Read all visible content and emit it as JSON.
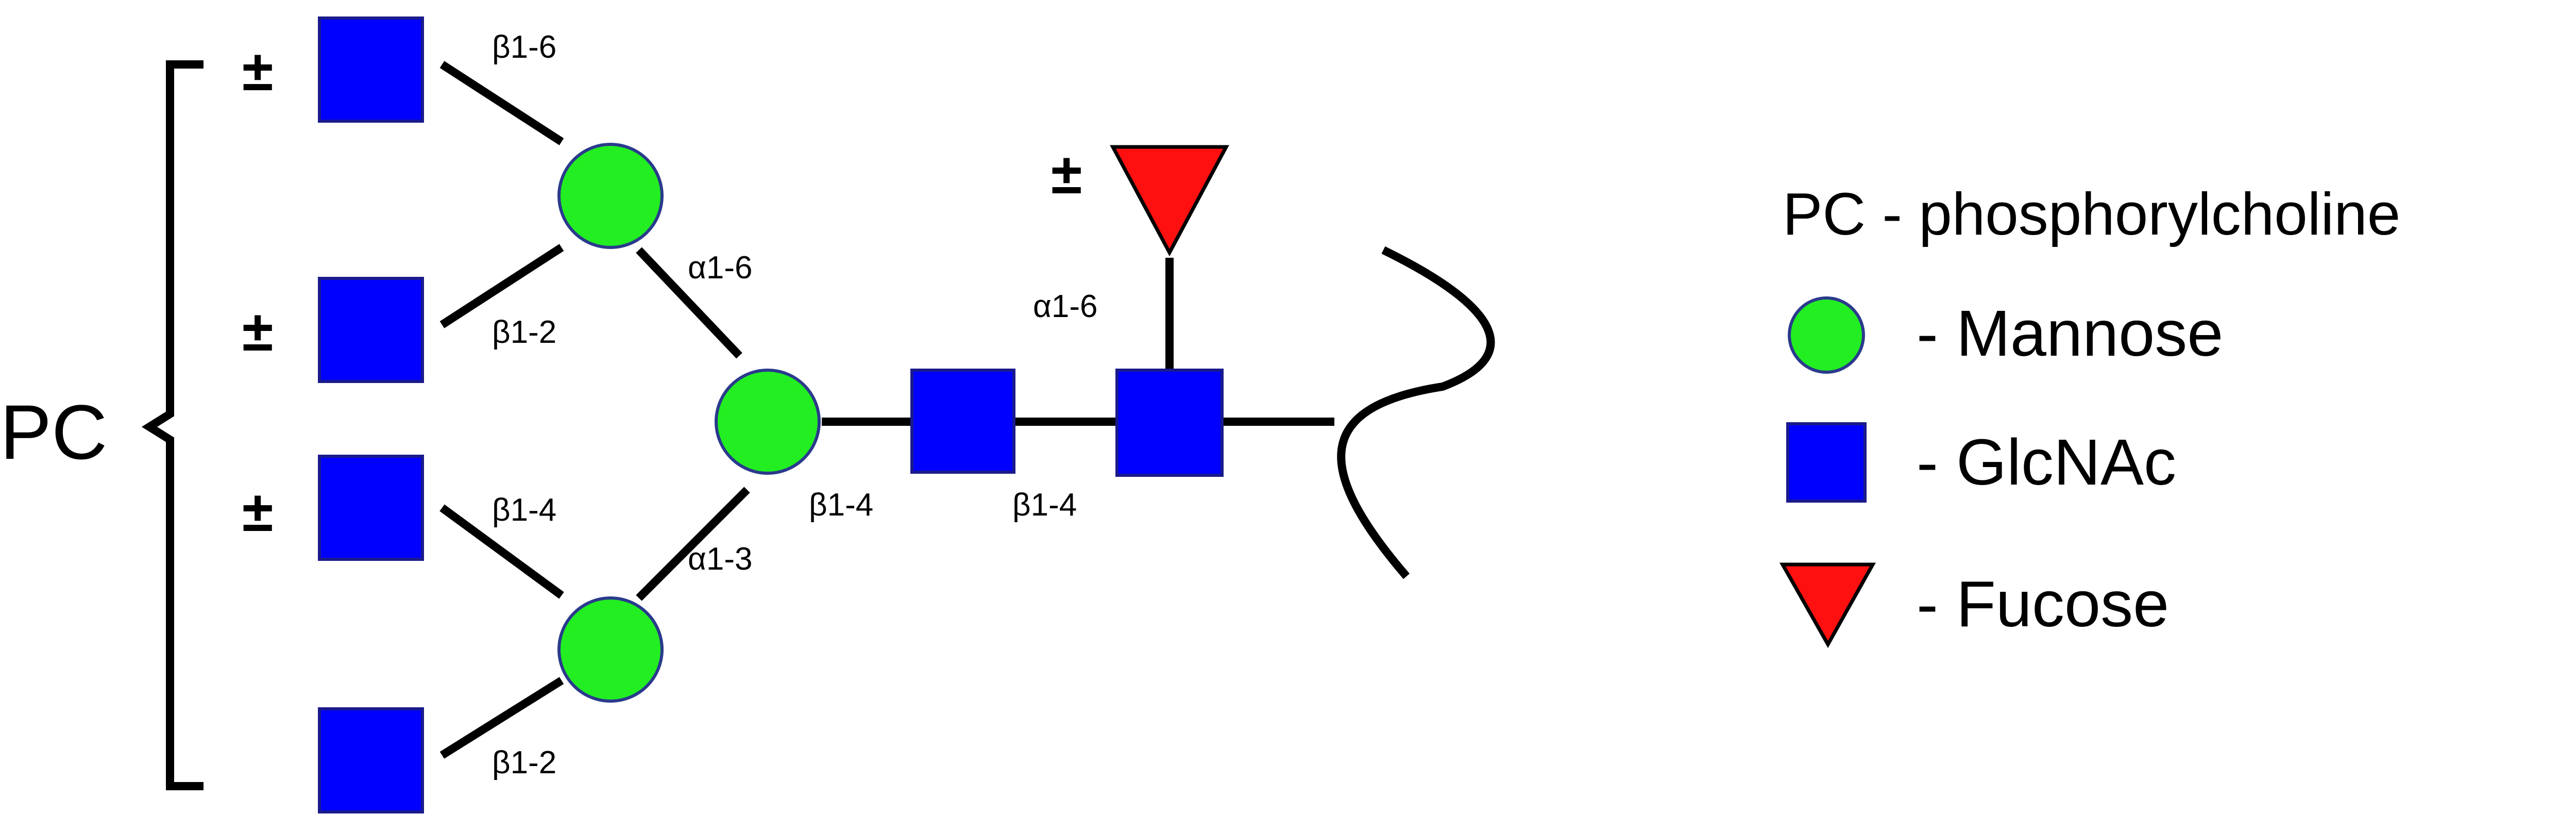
{
  "colors": {
    "mannose": "#22ee22",
    "glcnac": "#0000ff",
    "fucose": "#ff1010",
    "line": "#000000"
  },
  "icons": {
    "mannose": "green-circle",
    "glcnac": "blue-square",
    "fucose": "red-triangle"
  },
  "diagram": {
    "pc_label": "PC",
    "plus_minus": "±",
    "linkages": {
      "b1_6": "β1-6",
      "b1_2_upper": "β1-2",
      "b1_4_left": "β1-4",
      "b1_2_lower": "β1-2",
      "a1_6_branch": "α1-6",
      "a1_3_branch": "α1-3",
      "b1_4_core1": "β1-4",
      "b1_4_core2": "β1-4",
      "a1_6_fucose": "α1-6"
    }
  },
  "legend": {
    "pc": "PC - phosphorylcholine",
    "mannose": "- Mannose",
    "glcnac": "- GlcNAc",
    "fucose": "- Fucose"
  }
}
